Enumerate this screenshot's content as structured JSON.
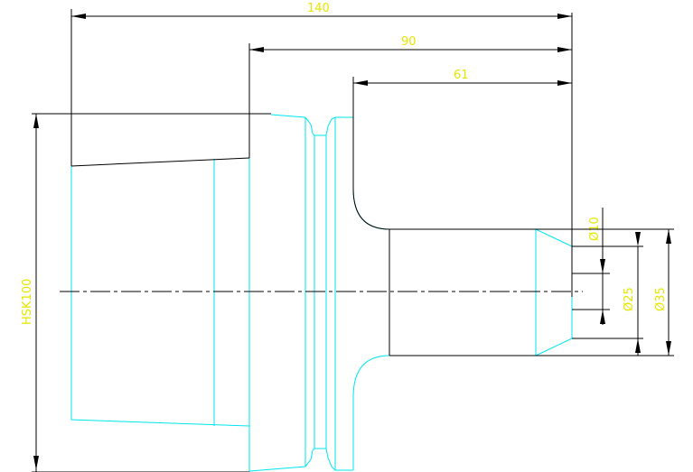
{
  "dimensions": {
    "overall_length": "140",
    "flange_length": "90",
    "shank_length": "61",
    "hsk_size": "HSK100",
    "bore_diameter": "Ø10",
    "inner_diameter": "Ø25",
    "outer_diameter": "Ø35"
  },
  "colors": {
    "geometry": "#00e5ee",
    "dimension_lines": "#000000",
    "dimension_text": "#e6e600",
    "background": "#ffffff"
  }
}
